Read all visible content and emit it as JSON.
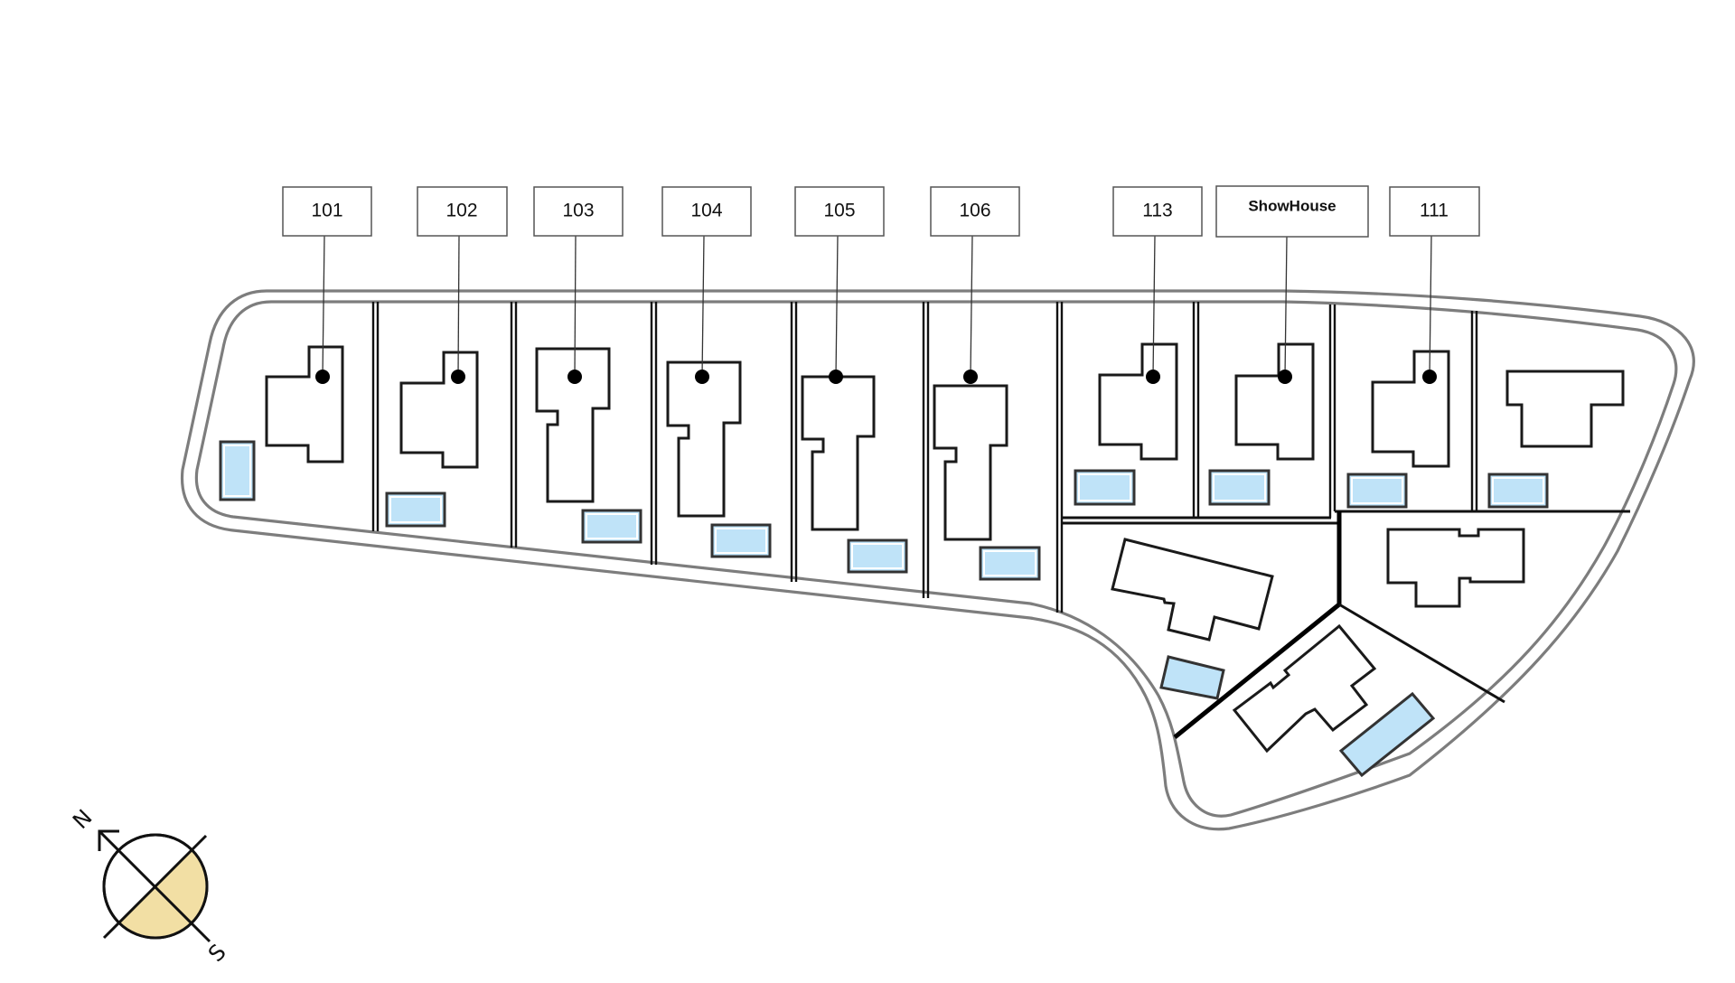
{
  "plan": {
    "title": "Site Plan",
    "colors": {
      "pool": "#bfe3f8",
      "road": "#7d7d7d",
      "compass_fill": "#f2dfa4"
    },
    "labels": [
      {
        "id": "101",
        "text": "101",
        "bold": false
      },
      {
        "id": "102",
        "text": "102",
        "bold": false
      },
      {
        "id": "103",
        "text": "103",
        "bold": false
      },
      {
        "id": "104",
        "text": "104",
        "bold": false
      },
      {
        "id": "105",
        "text": "105",
        "bold": false
      },
      {
        "id": "106",
        "text": "106",
        "bold": false
      },
      {
        "id": "113",
        "text": "113",
        "bold": false
      },
      {
        "id": "showhouse",
        "text": "ShowHouse",
        "bold": true
      },
      {
        "id": "111",
        "text": "111",
        "bold": false
      }
    ],
    "compass": {
      "north_label": "N",
      "south_label": "S"
    }
  }
}
